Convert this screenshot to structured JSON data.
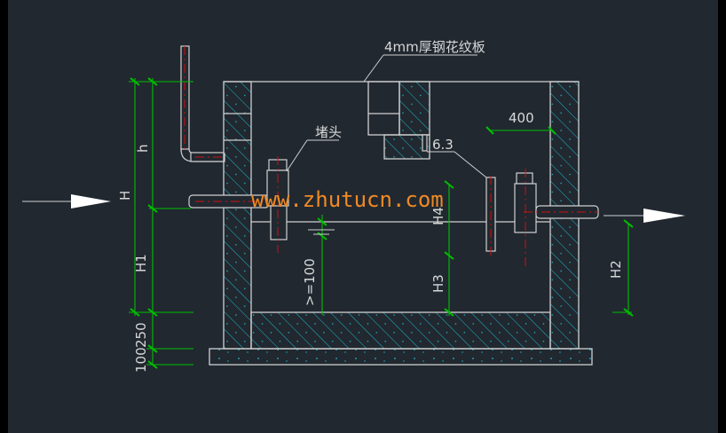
{
  "labels": {
    "plate": "4mm厚钢花纹板",
    "plug": "堵头",
    "dim_400": "400",
    "dim_63": "6.3",
    "h": "h",
    "H": "H",
    "H1": "H1",
    "H2": "H2",
    "H3": "H3",
    "H4": "H4",
    "ge100": ">=100",
    "d250": "250",
    "d100": "100"
  },
  "watermark": "www.zhutucn.com",
  "colors": {
    "background": "#212830",
    "lines": "#d0d0d0",
    "dims": "#00c000",
    "hatch": "#1fb8c8",
    "center": "#d01010",
    "watermark": "#f08a24"
  }
}
